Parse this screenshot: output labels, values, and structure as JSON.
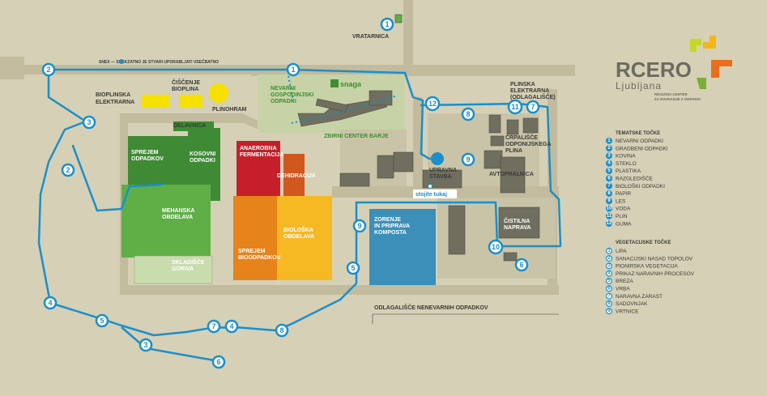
{
  "logo": {
    "name": "RCERO",
    "city": "Ljubljana",
    "tagline_line1": "REGIJSKI CENTER",
    "tagline_line2": "ZA RAVNANJE Z ODPADKI"
  },
  "legend_note": {
    "text": "SNEX — SNEKZATNO JE STVARI UPORABLJATI VSEČBATNO"
  },
  "labels": {
    "vratarnica": "VRATARNICA",
    "bioplinska": [
      "BIOPLINSKA",
      "ELEKTRARNA"
    ],
    "ciscenje": [
      "ČIŠČENJE",
      "BIOPLINA"
    ],
    "plinohram": "PLINOHRAM",
    "delavnica": "DELAVNICA",
    "sprejem_odpadkov": [
      "SPREJEM",
      "ODPADKOV"
    ],
    "kosovni": [
      "KOSOVNI",
      "ODPADKI"
    ],
    "mehanska": [
      "MEHANSKA",
      "OBDELAVA"
    ],
    "skladisce": [
      "SKLADIŠČE",
      "GORIVA"
    ],
    "anaerobna": [
      "ANAEROBNA",
      "FERMENTACIJA"
    ],
    "dehidracija": "DEHIDRACIJA",
    "bioloska": [
      "BIOLOŠKA",
      "OBDELAVA"
    ],
    "sprejem_bio": [
      "SPREJEM",
      "BIOODPADKOV"
    ],
    "nevarni": [
      "NEVARNI",
      "GOSPODINJSKI",
      "ODPADKI"
    ],
    "snaga": "snaga",
    "zbirni": "ZBIRNI CENTER BARJE",
    "upravna": [
      "UPRAVNA",
      "STAVBA"
    ],
    "stojite": "stojite tukaj",
    "plinska": [
      "PLINSKA",
      "ELEKTRARNA",
      "(ODLAGALIŠČE)"
    ],
    "crpalisce": [
      "ČRPALIŠČE",
      "ODPONIJSKEGA",
      "PLINA"
    ],
    "avtopralnica": "AVTOPRALNICA",
    "cistilna": [
      "ČISTILNA",
      "NAPRAVA"
    ],
    "zorenje": [
      "ZORENJE",
      "IN PRIPRAVA",
      "KOMPOSTA"
    ],
    "odlagalisce": "ODLAGALIŠČE NENEVARNIH ODPADKOV"
  },
  "thematic_legend": {
    "title": "TEMATSKE TOČKE",
    "items": [
      {
        "n": "1",
        "label": "NEVARNI ODPADKI"
      },
      {
        "n": "2",
        "label": "GRADBENI ODPADKI"
      },
      {
        "n": "3",
        "label": "KOVINA"
      },
      {
        "n": "4",
        "label": "STEKLO"
      },
      {
        "n": "5",
        "label": "PLASTIKA"
      },
      {
        "n": "6",
        "label": "RAZGLEDIŠČE"
      },
      {
        "n": "7",
        "label": "BIOLOŠKI ODPADKI"
      },
      {
        "n": "8",
        "label": "PAPIR"
      },
      {
        "n": "9",
        "label": "LES"
      },
      {
        "n": "10",
        "label": "VODA"
      },
      {
        "n": "11",
        "label": "PLIN"
      },
      {
        "n": "12",
        "label": "GUMA"
      }
    ]
  },
  "vegetation_legend": {
    "title": "VEGETACIJSKE TOČKE",
    "items": [
      {
        "n": "1",
        "label": "LIPA"
      },
      {
        "n": "2",
        "label": "SANACIJSKI NASAD TOPOLOV"
      },
      {
        "n": "3",
        "label": "PIONIRSKA VEGETACIJA"
      },
      {
        "n": "4",
        "label": "PRIKAZ NARAVNIH PROCESOV"
      },
      {
        "n": "5",
        "label": "BREZA"
      },
      {
        "n": "6",
        "label": "VRBA"
      },
      {
        "n": "7",
        "label": "NARAVNA ZARAST"
      },
      {
        "n": "8",
        "label": "SADOVNJAK"
      },
      {
        "n": "9",
        "label": "VRTNICE"
      }
    ]
  },
  "route_points": {
    "p1_top": "1",
    "p1_gate": "1",
    "p2_left": "2",
    "p2_mid": "2",
    "p3_a": "3",
    "p3_b": "3",
    "p4_a": "4",
    "p4_b": "4",
    "p5_a": "5",
    "p5_b": "5",
    "p6_a": "6",
    "p6_b": "6",
    "p7_a": "7",
    "p7_b": "7",
    "p8_a": "8",
    "p8_b": "8",
    "p9_a": "9",
    "p9_b": "9",
    "p10": "10",
    "p11": "11",
    "p12": "12"
  },
  "colors": {
    "ground": "#d6d0b6",
    "road": "#c2bb9d",
    "route": "#1a8fc9",
    "dark_green": "#3f8a34",
    "light_green": "#5faf46",
    "red": "#c5202a",
    "orange": "#e6831b",
    "yellow": "#f6b924",
    "blue": "#3b8fb8",
    "building": "#6f6e5f"
  }
}
